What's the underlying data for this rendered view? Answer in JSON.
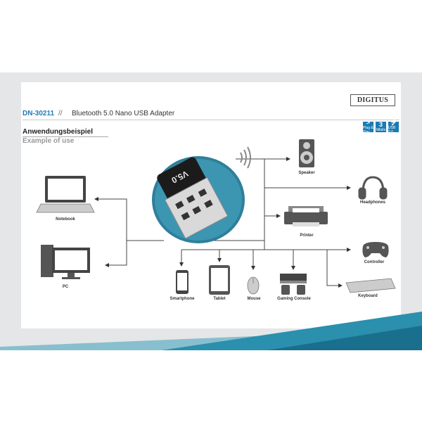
{
  "header": {
    "sku": "DN-30211",
    "separator": "//",
    "product": "Bluetooth 5.0 Nano USB Adapter",
    "brand": "DIGITUS"
  },
  "badges": [
    {
      "icon": "plug-and-play-icon",
      "text": "Plug & Play"
    },
    {
      "big": "3",
      "text": "Mbit/s"
    },
    {
      "icon": "usb-icon",
      "text": "USB 2.0"
    }
  ],
  "section": {
    "title_de": "Anwendungsbeispiel",
    "title_en": "Example of use"
  },
  "adapter": {
    "label": "V5.0"
  },
  "devices": {
    "notebook": "Notebook",
    "pc": "PC",
    "speaker": "Speaker",
    "headphones": "Headphones",
    "printer": "Printer",
    "controller": "Controller",
    "smartphone": "Smartphone",
    "tablet": "Tablet",
    "mouse": "Mouse",
    "gaming_console": "Gaming Console",
    "keyboard": "Keyboard"
  },
  "colors": {
    "accent": "#1e7ab1",
    "teal": "#2b8fae"
  }
}
